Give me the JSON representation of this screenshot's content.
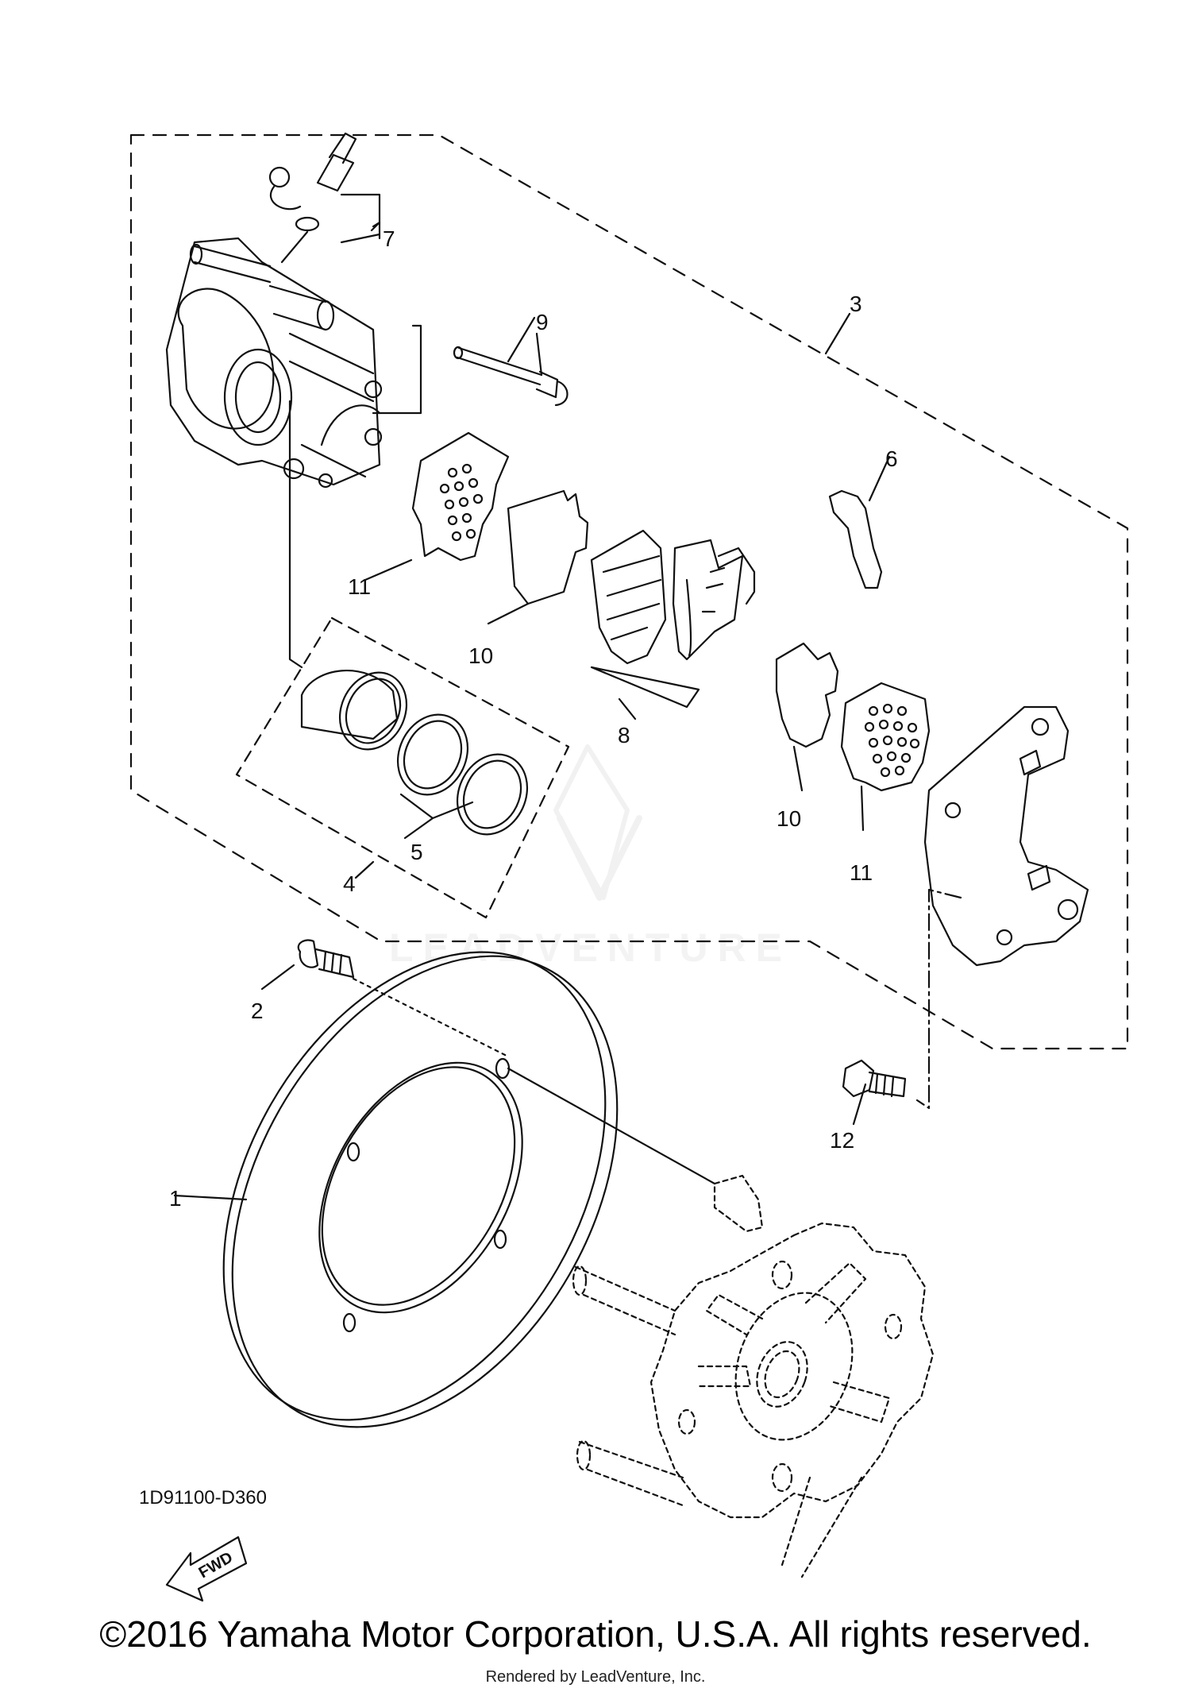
{
  "callouts": {
    "c1": "1",
    "c2": "2",
    "c3": "3",
    "c4": "4",
    "c5": "5",
    "c6": "6",
    "c7": "7",
    "c8": "8",
    "c9": "9",
    "c10a": "10",
    "c10b": "10",
    "c11a": "11",
    "c11b": "11",
    "c12": "12"
  },
  "fwd_label": "FWD",
  "diagram_code": "1D91100-D360",
  "watermark": "LEADVENTURE",
  "copyright": "©2016 Yamaha Motor Corporation, U.S.A. All rights reserved.",
  "rendered_by": "Rendered by LeadVenture, Inc."
}
